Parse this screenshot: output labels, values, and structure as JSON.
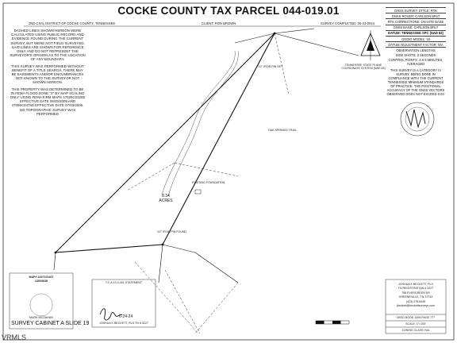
{
  "title": "COCKE COUNTY TAX PARCEL 044-019.01",
  "header": {
    "district": "2ND CIVIL DISTRICT OF COCKE COUNTY, TENNESSEE",
    "client": "CLIENT: RON BROWN",
    "survey_completed": "SURVEY COMPLETED: 06-23-2024"
  },
  "notes": [
    "DASHED LINES SHOWN HEREON WERE CALCULATED USING PUBLIC RECORD AND EVIDENCE FOUND DURING THE CURRENT SURVEY, BUT WERE NOT FIELD SURVEYED. SAID LINES ARE SHOWN FOR REFERENCE ONLY AND DO NOT REPRESENT THE SURVEYOR'S OPINION AS TO THE LOCATION OF ANY BOUNDARY.",
    "THIS SURVEY WAS PERFORMED WITHOUT BENEFIT OF A TITLE SEARCH. THERE MAY BE EASEMENTS AND/OR ENCUMBRANCES NOT KNOWN TO THE SURVEYOR NOT SHOWN HEREON.",
    "THIS PROPERTY WAS DETERMINED TO BE IN FEMA FLOOD ZONE \"X\" BY MAP SCALING ONLY USING FEMA FIRM MAPS 47029C0325E EFFECTIVE DATE 09/25/2009 AND 47059C0475D EFFECTIVE DATE 07/03/2006. NO TOPOGRAPHIC SURVEY WAS PERFORMED"
  ],
  "gnss": {
    "rows": [
      "GNSS SURVEY STYLE: RTK",
      "GNSS ROVER: CARLSON BRx7",
      "RTK CORRECTIONS: ON-SITE BASE",
      "GNSS BASE: CARLSON BRx7",
      "DATUM: TENNESSEE SPC (NAD 83)",
      "GEOID MODEL: 18",
      "DATUM ADJUSTMENT FACTOR: N/A",
      "OBSERVATION LENGTHS",
      "SIDE SHOTS: 3 SECONDS",
      "CONTROL POINTS: 3 X 5 MINUTES, AVERAGED"
    ],
    "category_note": "THIS SURVEY IS A CATEGORY IV SURVEY, BEING DONE IN COMPLIANCE WITH THE CURRENT TENNESSEE MINIMUM STANDARDS OF PRACTICE. THE POSITIONAL ACCURACY OF THE GNSS VECTORS OBSERVED DOES NOT EXCEED 0.04'"
  },
  "surveyor": {
    "lines": [
      "JOSHUA K BECKETT, PLS",
      "TN REGISTRATION # 3227",
      "758 EVERGREEN DR",
      "GREENEVILLE, TN 37743",
      "(423) 278-8445",
      "jbeckett@beckettsurveys.com"
    ],
    "deed_book": "DEED BOOK 1499 PAGE 777",
    "scale": "SCALE: 1\"=100'",
    "zoning": "ZONING CLASS: N/A"
  },
  "parcel": {
    "acres_value": "8.34",
    "acres_unit": "ACRES"
  },
  "map_labels": {
    "rebar_set": "1/2\" IRON PIN SET",
    "pin_found": "1/2\" IRON PIN FOUND",
    "concrete": "EXISTING FOUNDATION",
    "road": "OAK SPRINGS TRAIL",
    "tennessee_coords": "TENNESSEE STATE PLANE COORDINATE SYSTEM (NAD 83)"
  },
  "bottom": {
    "survey_cabinet": "SURVEY CABINET A SLIDE 19",
    "tca_title": "T.C.A 13-3-401 STATEMENT",
    "map_ref": "MAP# 1047101407",
    "map_num": "24003639",
    "date": "6-24-24",
    "sig_caption": "JOSHUA K BECKETT, RLS TN # 3227",
    "mark_name": "MARK MCGAHAN"
  },
  "watermark": "VRMLS"
}
